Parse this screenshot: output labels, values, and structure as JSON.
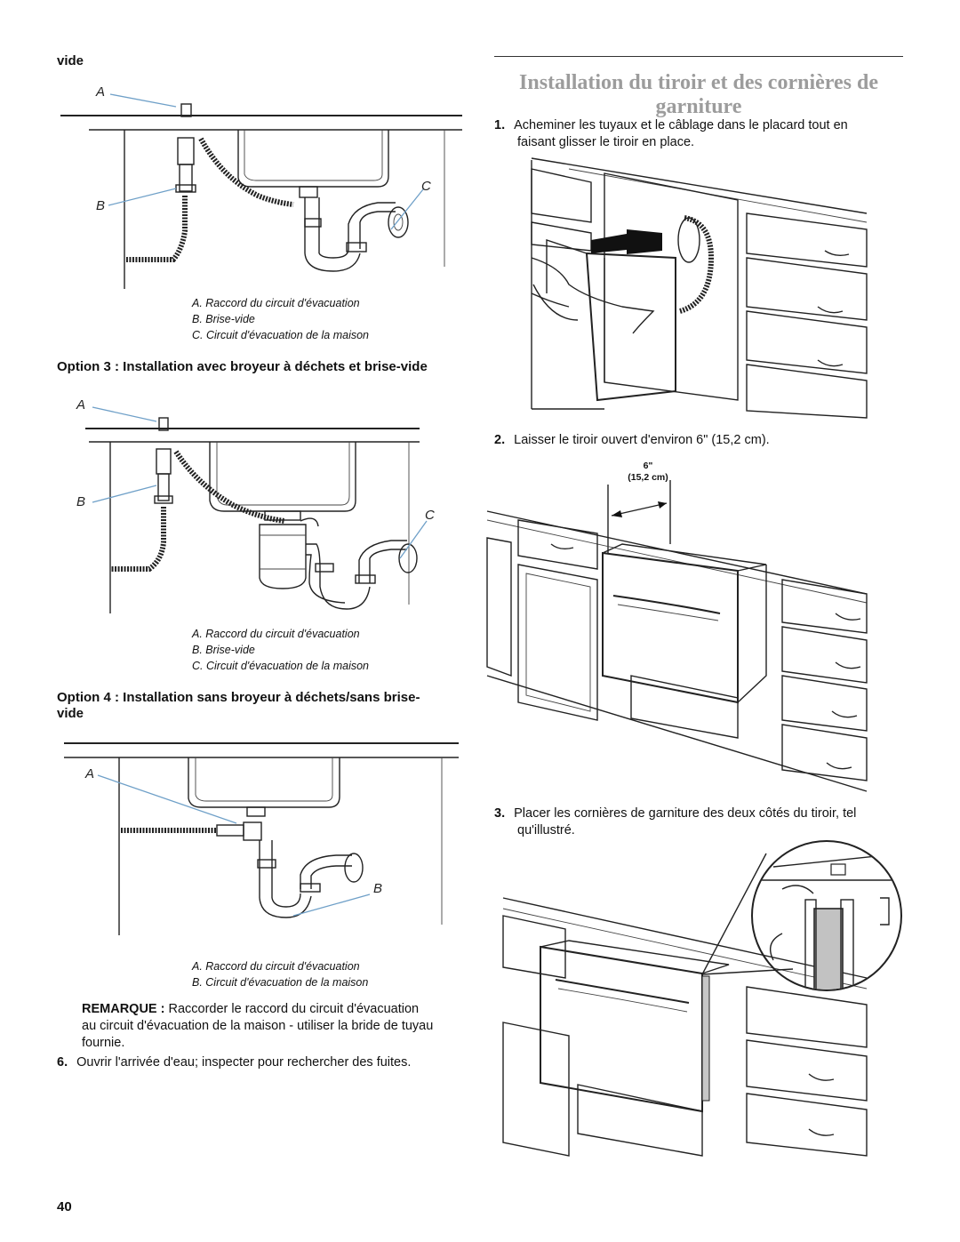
{
  "left_column": {
    "section_vide_heading": "vide",
    "figure1": {
      "labels": {
        "a": "A",
        "b": "B",
        "c": "C"
      },
      "captions": [
        "A. Raccord du circuit d'évacuation",
        "B. Brise-vide",
        "C. Circuit d'évacuation de la maison"
      ]
    },
    "option3_heading": "Option 3 : Installation avec broyeur à déchets et brise-vide",
    "figure2": {
      "labels": {
        "a": "A",
        "b": "B",
        "c": "C"
      },
      "captions": [
        "A. Raccord du circuit d'évacuation",
        "B. Brise-vide",
        "C. Circuit d'évacuation de la maison"
      ]
    },
    "option4_heading_line1": "Option 4 : Installation sans broyeur à déchets/sans brise-",
    "option4_heading_line2": "vide",
    "figure3": {
      "labels": {
        "a": "A",
        "b": "B"
      },
      "captions": [
        "A. Raccord du circuit d'évacuation",
        "B. Circuit d'évacuation de la maison"
      ]
    },
    "remarque_label": "REMARQUE :",
    "remarque_line1": "Raccorder le raccord du circuit d'évacuation",
    "remarque_line2": "au circuit d'évacuation de la maison - utiliser la bride de tuyau",
    "remarque_line3": "fournie.",
    "step6_number": "6.",
    "step6_text": "Ouvrir l'arrivée d'eau; inspecter pour rechercher des fuites."
  },
  "right_column": {
    "title_line1": "Installation du tiroir et des cornières de",
    "title_line2": "garniture",
    "step1_number": "1.",
    "step1_line1": "Acheminer les tuyaux et le câblage dans le placard tout en",
    "step1_line2": "faisant glisser le tiroir en place.",
    "step2_number": "2.",
    "step2_text": "Laisser le tiroir ouvert d'environ 6\" (15,2 cm).",
    "dimension_line1": "6\"",
    "dimension_line2": "(15,2  cm)",
    "step3_number": "3.",
    "step3_line1": "Placer les cornières de garniture des deux côtés du tiroir, tel",
    "step3_line2": "qu'illustré."
  },
  "page_number": "40"
}
